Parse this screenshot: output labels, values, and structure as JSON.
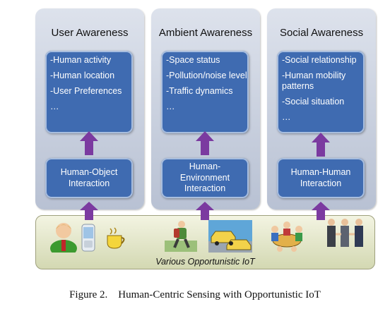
{
  "columns": [
    {
      "title": "User Awareness",
      "items": [
        "-Human activity",
        "-Human location",
        "-User Preferences",
        "…"
      ],
      "interaction": "Human-Object Interaction"
    },
    {
      "title": "Ambient Awareness",
      "items": [
        "-Space status",
        "-Pollution/noise level",
        "-Traffic dynamics",
        "…"
      ],
      "interaction": "Human-Environment Interaction"
    },
    {
      "title": "Social Awareness",
      "items": [
        "-Social relationship",
        "-Human mobility patterns",
        "-Social situation",
        "…"
      ],
      "interaction": "Human-Human Interaction"
    }
  ],
  "bottom_label": "Various Opportunistic IoT",
  "caption": "Figure 2.    Human-Centric Sensing with Opportunistic IoT",
  "colors": {
    "box": "#3f6bb1",
    "arrow": "#7b3aa0",
    "column": "#c9d0de",
    "bottom": "#e4e7c8"
  },
  "icons": [
    "person-icon",
    "mobile-phone-icon",
    "coffee-cup-icon",
    "hiker-icon",
    "traffic-taxi-icon",
    "meeting-table-icon",
    "handshake-people-icon"
  ]
}
